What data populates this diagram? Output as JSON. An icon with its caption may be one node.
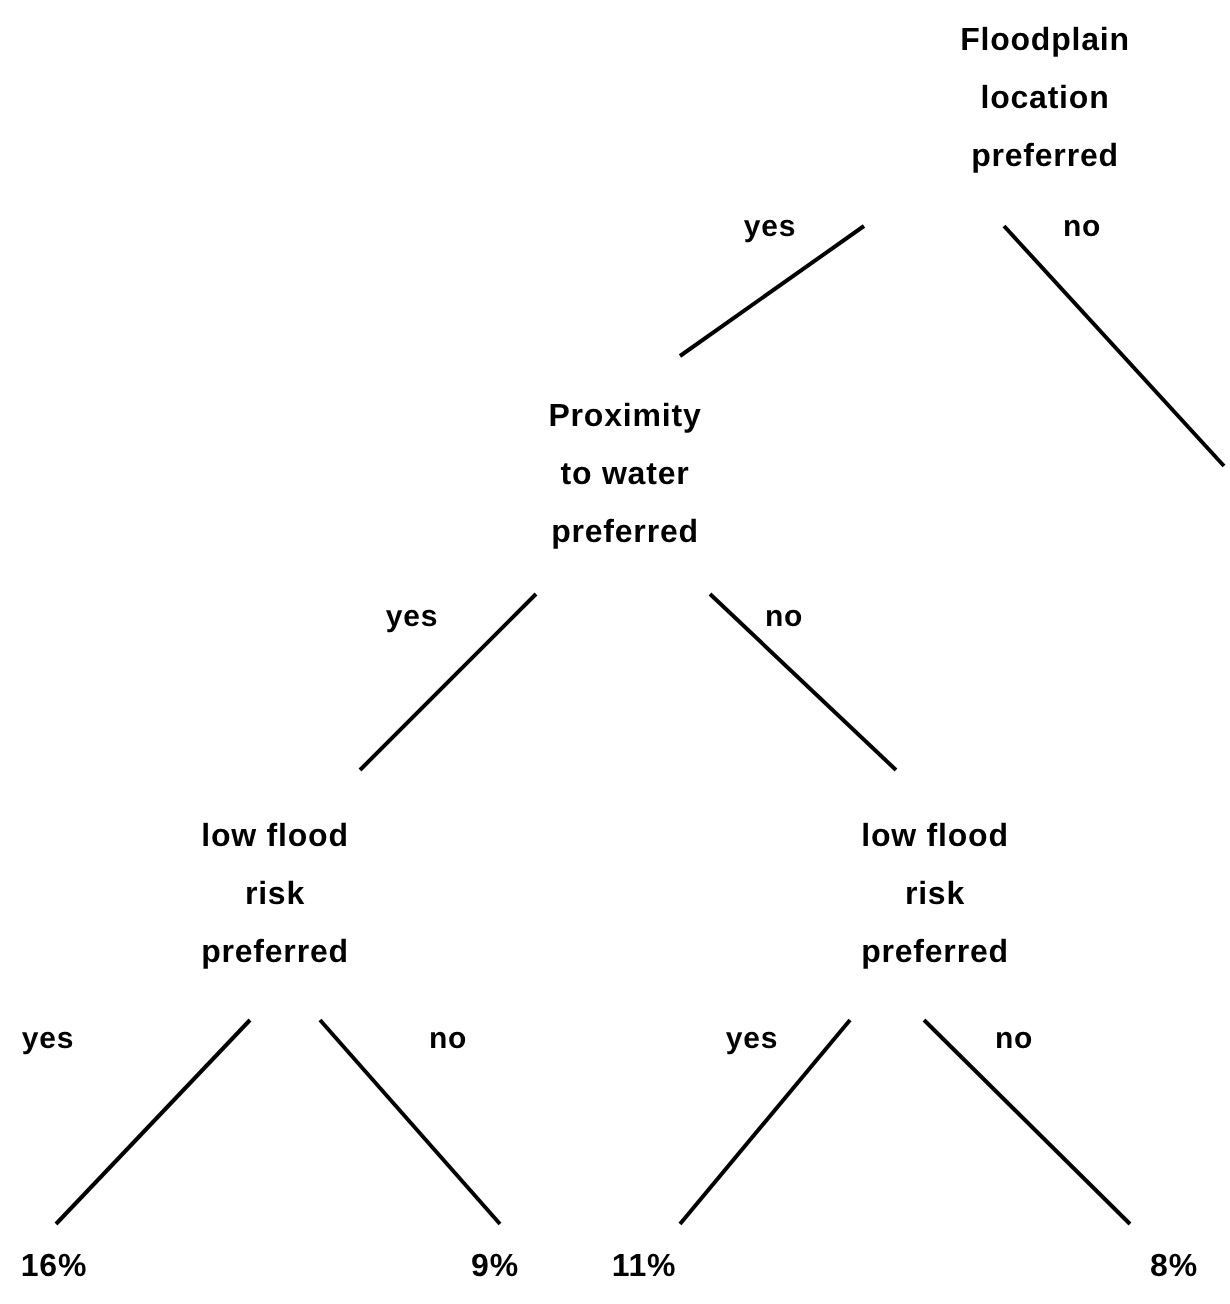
{
  "diagram": {
    "nodes": [
      {
        "text": [
          "Floodplain location preferred"
        ]
      },
      {
        "text": [
          "Proximity to water preferred"
        ]
      },
      {
        "text": [
          "low flood risk preferred"
        ]
      },
      {
        "text": [
          "low flood risk preferred"
        ]
      },
      {
        "text": [
          "16%"
        ]
      },
      {
        "text": [
          "9%"
        ]
      },
      {
        "text": [
          "11%"
        ]
      },
      {
        "text": [
          "8%"
        ]
      }
    ],
    "edges": [
      {
        "from": 0,
        "to": 1,
        "arrow": "none",
        "label": "yes"
      },
      {
        "from": 0,
        "to": null,
        "arrow": "none",
        "label": "no"
      },
      {
        "from": 1,
        "to": 2,
        "arrow": "none",
        "label": "yes"
      },
      {
        "from": 1,
        "to": 3,
        "arrow": "none",
        "label": "no"
      },
      {
        "from": 2,
        "to": 4,
        "arrow": "none",
        "label": "yes"
      },
      {
        "from": 2,
        "to": 5,
        "arrow": "none",
        "label": "no"
      },
      {
        "from": 3,
        "to": 6,
        "arrow": "none",
        "label": "yes"
      },
      {
        "from": 3,
        "to": 7,
        "arrow": "none",
        "label": "no"
      }
    ]
  }
}
